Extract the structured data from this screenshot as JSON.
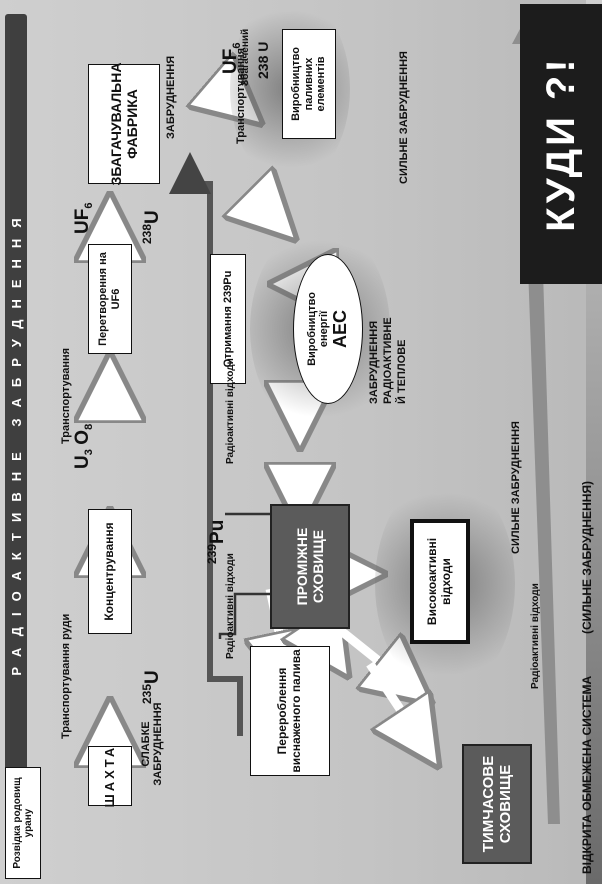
{
  "banner": "РАДІОАКТИВНЕ ЗАБРУДНЕННЯ",
  "nodes": {
    "exploration": "Розвідка родовищ урану",
    "mine": "ШАХТА",
    "concentration": "Концентрування",
    "conversion": "Перетворення на UF6",
    "enrichment": "ЗБАГАЧУВАЛЬНА ФАБРИКА",
    "fuel_production": "Виробництво паливних елементів",
    "reprocessing": "Перероблення виснаженого палива",
    "interim_storage": "ПРОМІЖНЕ СХОВИЩЕ",
    "high_level_waste": "Високоактивні відходи",
    "pu_production": "Отримання 239Pu",
    "npp_line1": "Виробництво",
    "npp_line2": "енергії",
    "npp_abbr": "АЕС",
    "temporary_storage": "ТИМЧАСОВЕ СХОВИЩЕ",
    "where": "КУДИ ?!"
  },
  "isotopes": {
    "u235_num": "235",
    "u235_sym": "U",
    "u3o8_a": "U",
    "u3o8_sub1": "3",
    "u3o8_b": "O",
    "u3o8_sub2": "8",
    "uf6_a": "UF",
    "uf6_sub": "6",
    "u238_num": "238",
    "u238_sym": "U",
    "uf6e_a": "UF",
    "uf6e_sub": "6",
    "enriched": "Збагачений",
    "u238e": "238 U",
    "pu_num": "239",
    "pu_sym": "Pu"
  },
  "labels": {
    "transport_ore": "Транспортування руди",
    "transport_1": "Транспортування",
    "transport_2": "Транспортування",
    "weak_pollution": "СЛАБКЕ ЗАБРУДНЕННЯ",
    "pollution": "ЗАБРУДНЕННЯ",
    "strong_pollution": "СИЛЬНЕ ЗАБРУДНЕННЯ",
    "radio_thermal_1": "ЗАБРУДНЕННЯ",
    "radio_thermal_2": "РАДІОАКТИВНЕ",
    "radio_thermal_3": "Й ТЕПЛОВЕ",
    "radwaste_1": "Радіоактивні відходи",
    "radwaste_2": "Радіоактивні відходи",
    "radwaste_3": "Радіоактивні відходи",
    "strong_pollution_2": "СИЛЬНЕ ЗАБРУДНЕННЯ",
    "open_system": "ВІДКРИТА ОБМЕЖЕНА СИСТЕМА",
    "strong_pollution_paren": "(СИЛЬНЕ ЗАБРУДНЕННЯ)"
  }
}
